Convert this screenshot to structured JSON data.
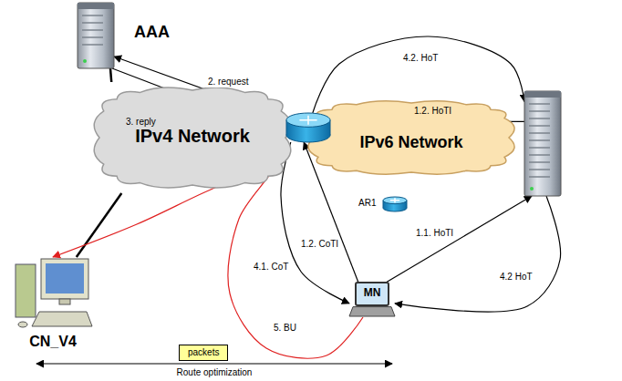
{
  "diagram": {
    "nodes": [
      {
        "text": [
          "AAA"
        ]
      },
      {
        "text": [
          "IPv4 Network"
        ]
      },
      {
        "text": []
      },
      {
        "text": [
          "IPv6 Network"
        ]
      },
      {
        "text": []
      },
      {
        "text": [
          "AR1"
        ]
      },
      {
        "text": [
          "MN"
        ]
      },
      {
        "text": [
          "CN_V4"
        ]
      },
      {
        "text": [
          "packets"
        ]
      }
    ],
    "edges": [
      {
        "from": 0,
        "to": 1,
        "arrow": "none"
      },
      {
        "from": 7,
        "to": 1,
        "arrow": "none"
      },
      {
        "from": 2,
        "to": 0,
        "label": "2. request",
        "arrow": "to"
      },
      {
        "from": 0,
        "to": 2,
        "label": "3. reply",
        "arrow": "to"
      },
      {
        "from": 2,
        "to": 4,
        "label": "4.2. HoT",
        "arrow": "to"
      },
      {
        "from": 4,
        "to": 2,
        "label": "1.2. HoTI",
        "arrow": "to"
      },
      {
        "from": 6,
        "to": 2,
        "label": "1.2. CoTI",
        "arrow": "to"
      },
      {
        "from": 6,
        "to": 4,
        "label": "1.1. HoTI",
        "arrow": "to"
      },
      {
        "from": 2,
        "to": 6,
        "label": "4.1. CoT",
        "arrow": "to"
      },
      {
        "from": 4,
        "to": 6,
        "label": "4.2 HoT",
        "arrow": "to"
      },
      {
        "from": 6,
        "to": 7,
        "label": "5. BU",
        "arrow": "to"
      }
    ],
    "labels": [
      "Route optimization"
    ]
  }
}
